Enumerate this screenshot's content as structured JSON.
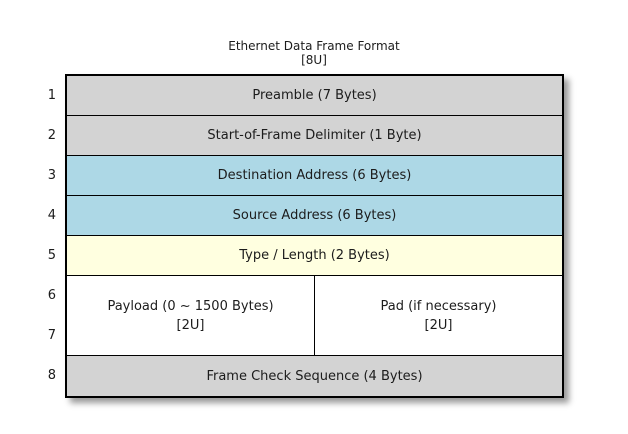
{
  "title": "Ethernet Data Frame Format",
  "subtitle": "[8U]",
  "unit_numbers": [
    "1",
    "2",
    "3",
    "4",
    "5",
    "6",
    "7",
    "8"
  ],
  "colors": {
    "background": "#ffffff",
    "gray": "#d3d3d3",
    "blue": "#add8e6",
    "yellow": "#ffffe0",
    "white": "#ffffff",
    "border": "#000000"
  },
  "rows": [
    {
      "label": "Preamble (7 Bytes)",
      "bg": "#d3d3d3"
    },
    {
      "label": "Start-of-Frame Delimiter (1 Byte)",
      "bg": "#d3d3d3"
    },
    {
      "label": "Destination Address (6 Bytes)",
      "bg": "#add8e6"
    },
    {
      "label": "Source Address (6 Bytes)",
      "bg": "#add8e6"
    },
    {
      "label": "Type / Length (2 Bytes)",
      "bg": "#ffffe0"
    },
    {
      "bg": "#ffffff",
      "cells": [
        {
          "label": "Payload (0 ~ 1500 Bytes)",
          "sublabel": "[2U]"
        },
        {
          "label": "Pad (if necessary)",
          "sublabel": "[2U]"
        }
      ]
    },
    {
      "label": "Frame Check Sequence (4 Bytes)",
      "bg": "#d3d3d3"
    }
  ]
}
